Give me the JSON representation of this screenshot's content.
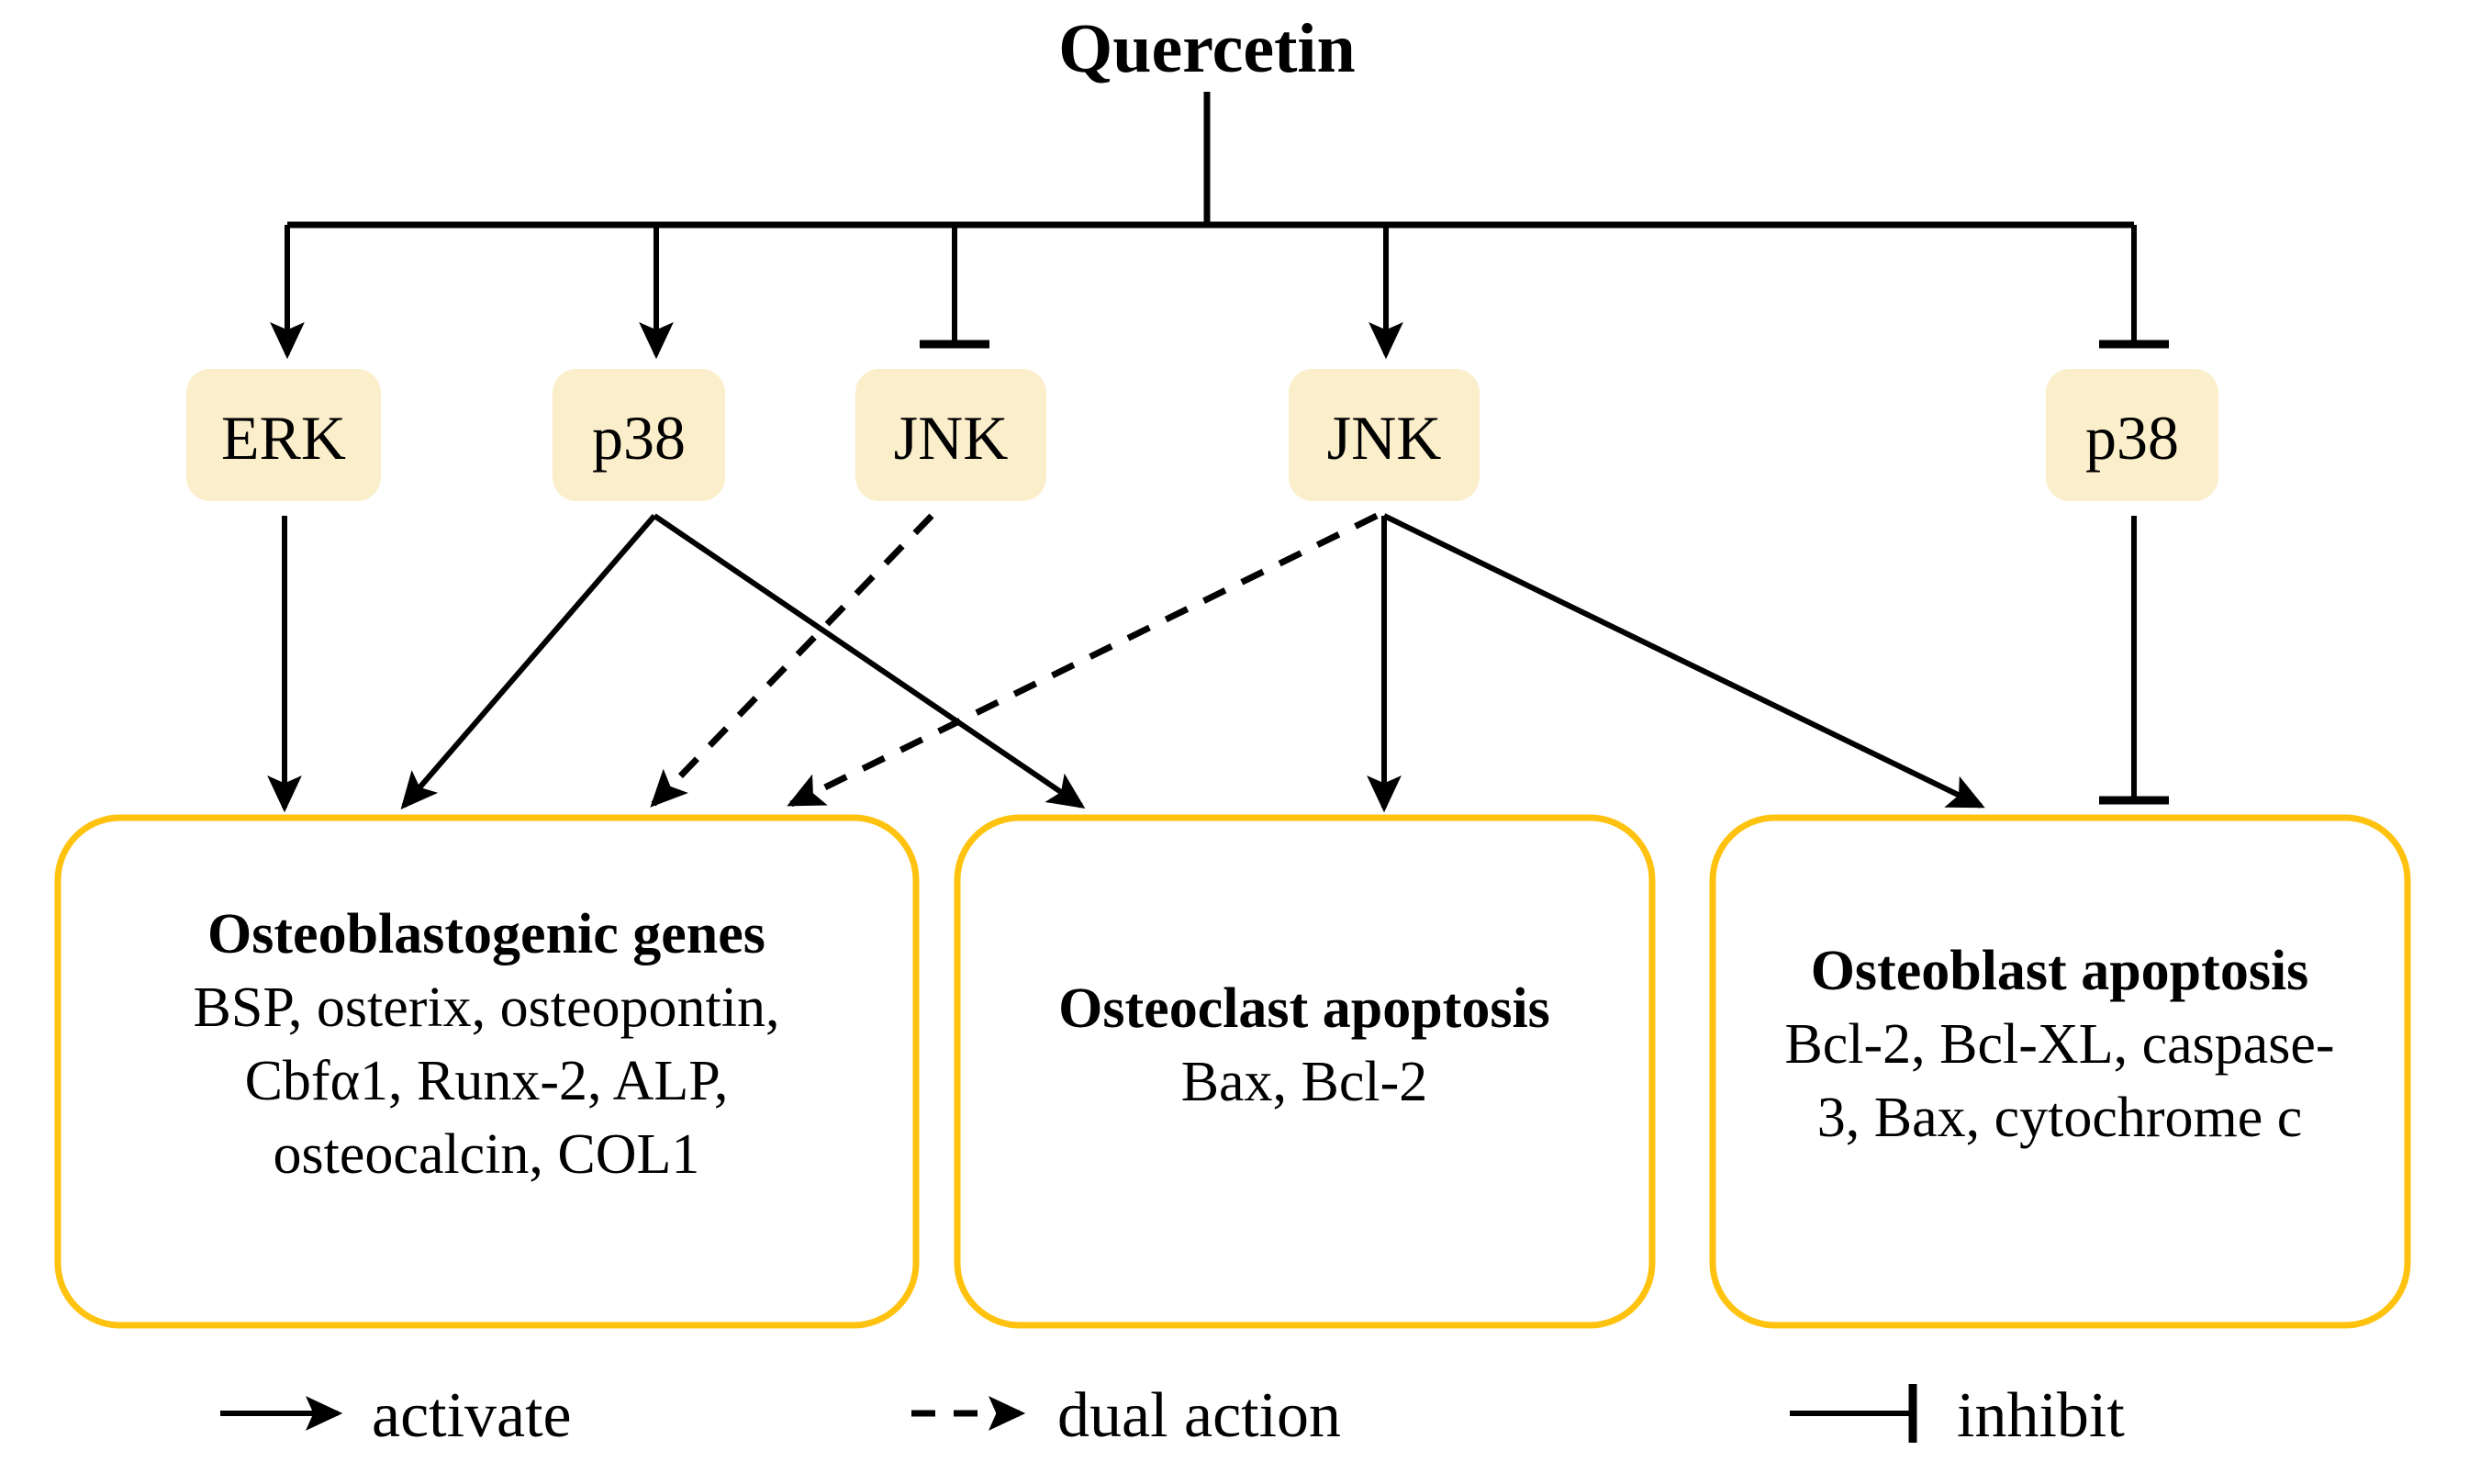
{
  "figure": {
    "title": "Quercetin",
    "colors": {
      "node_fill": "#FBEECB",
      "outcome_border": "#FFC20E",
      "edge": "#000000",
      "background": "#FFFFFF"
    }
  },
  "kinases": [
    {
      "id": "erk",
      "label": "ERK",
      "edge_type": "activate"
    },
    {
      "id": "p38a",
      "label": "p38",
      "edge_type": "activate"
    },
    {
      "id": "jnk1",
      "label": "JNK",
      "edge_type": "inhibit"
    },
    {
      "id": "jnk2",
      "label": "JNK",
      "edge_type": "activate"
    },
    {
      "id": "p38b",
      "label": "p38",
      "edge_type": "inhibit"
    }
  ],
  "outcomes": [
    {
      "id": "osteoblastogenic-genes",
      "heading": "Osteoblastogenic genes",
      "lines": [
        "BSP, osterix, osteopontin,",
        "Cbfα1, Runx-2, ALP,",
        "osteocalcin, COL1"
      ]
    },
    {
      "id": "osteoclast-apoptosis",
      "heading": "Osteoclast apoptosis",
      "lines": [
        "Bax, Bcl-2"
      ]
    },
    {
      "id": "osteoblast-apoptosis",
      "heading": "Osteoblast apoptosis",
      "lines": [
        "Bcl-2, Bcl-XL, caspase-",
        "3, Bax, cytochrome c"
      ]
    }
  ],
  "legend": [
    {
      "id": "activate",
      "label": "activate",
      "style": "solid-arrow"
    },
    {
      "id": "dual-action",
      "label": "dual action",
      "style": "dashed-arrow"
    },
    {
      "id": "inhibit",
      "label": "inhibit",
      "style": "solid-tbar"
    }
  ],
  "relations": [
    {
      "from": "quercetin",
      "to": "erk",
      "type": "activate"
    },
    {
      "from": "quercetin",
      "to": "p38a",
      "type": "activate"
    },
    {
      "from": "quercetin",
      "to": "jnk1",
      "type": "inhibit"
    },
    {
      "from": "quercetin",
      "to": "jnk2",
      "type": "activate"
    },
    {
      "from": "quercetin",
      "to": "p38b",
      "type": "inhibit"
    },
    {
      "from": "erk",
      "to": "osteoblastogenic-genes",
      "type": "activate"
    },
    {
      "from": "p38a",
      "to": "osteoblastogenic-genes",
      "type": "activate"
    },
    {
      "from": "p38a",
      "to": "osteoclast-apoptosis",
      "type": "activate"
    },
    {
      "from": "jnk1",
      "to": "osteoblastogenic-genes",
      "type": "dual action"
    },
    {
      "from": "jnk2",
      "to": "osteoblastogenic-genes",
      "type": "dual action"
    },
    {
      "from": "jnk2",
      "to": "osteoclast-apoptosis",
      "type": "activate"
    },
    {
      "from": "jnk2",
      "to": "osteoblast-apoptosis",
      "type": "activate"
    },
    {
      "from": "p38b",
      "to": "osteoblast-apoptosis",
      "type": "inhibit"
    }
  ]
}
